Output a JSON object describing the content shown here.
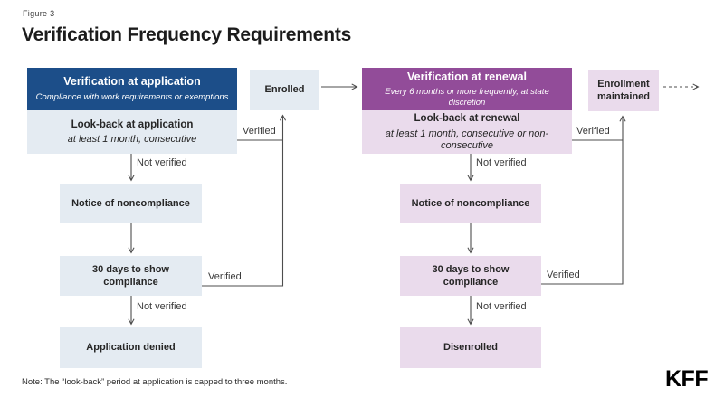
{
  "figure_label": "Figure 3",
  "title": "Verification Frequency Requirements",
  "note": "Note: The “look-back” period at application is capped to three months.",
  "logo": "KFF",
  "colors": {
    "dark_blue": "#1C4E89",
    "purple": "#924C99",
    "light_blue": "#E4EBF2",
    "light_purple": "#EADBEC",
    "line_gray": "#4D4D4D"
  },
  "labels": {
    "verified": "Verified",
    "not_verified": "Not verified"
  },
  "enrolled_box": "Enrolled",
  "enrollment_maintained_box": "Enrollment maintained",
  "application_flow": {
    "header": {
      "title": "Verification at application",
      "subtitle": "Compliance with work requirements or exemptions"
    },
    "lookback": {
      "title": "Look-back at application",
      "subtitle": "at least 1 month, consecutive"
    },
    "notice": "Notice of noncompliance",
    "compliance_window": "30 days to show compliance",
    "outcome": "Application denied"
  },
  "renewal_flow": {
    "header": {
      "title": "Verification at renewal",
      "subtitle": "Every 6 months or more frequently, at state discretion"
    },
    "lookback": {
      "title": "Look-back at renewal",
      "subtitle": "at least 1 month, consecutive or non-consecutive"
    },
    "notice": "Notice of noncompliance",
    "compliance_window": "30 days to show compliance",
    "outcome": "Disenrolled"
  }
}
